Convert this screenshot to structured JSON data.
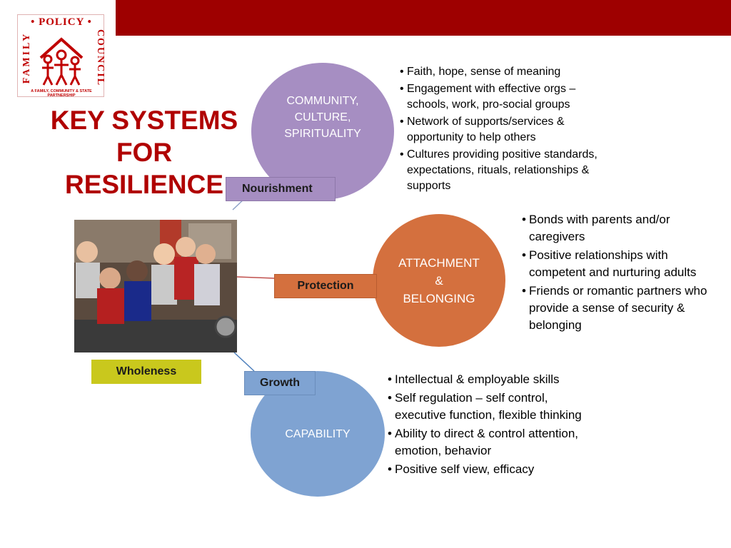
{
  "logo": {
    "top_text": "• POLICY •",
    "left_text": "FAMILY",
    "right_text": "COUNCIL",
    "tagline": "A FAMILY, COMMUNITY & STATE PARTNERSHIP"
  },
  "title": [
    "KEY SYSTEMS",
    "FOR",
    "RESILIENCE"
  ],
  "nodes": {
    "community": {
      "label_lines": [
        "COMMUNITY,",
        "CULTURE,",
        "SPIRITUALITY"
      ],
      "tag": "Nourishment",
      "bullets": [
        "Faith, hope, sense of meaning",
        "Engagement with effective  orgs – schools, work, pro-social groups",
        "Network of supports/services & opportunity to help others",
        "Cultures providing positive standards, expectations, rituals, relationships & supports"
      ]
    },
    "attachment": {
      "label_lines": [
        "ATTACHMENT",
        "&",
        "BELONGING"
      ],
      "tag": "Protection",
      "bullets": [
        "Bonds with parents and/or caregivers",
        "Positive relationships with competent and nurturing adults",
        "Friends or romantic partners who provide a sense of security & belonging"
      ]
    },
    "capability": {
      "label_lines": [
        "CAPABILITY"
      ],
      "tag": "Growth",
      "bullets": [
        "Intellectual & employable skills",
        "Self regulation – self control, executive function, flexible thinking",
        "Ability to direct & control attention, emotion, behavior",
        "Positive self view,  efficacy"
      ]
    }
  },
  "center": {
    "tag": "Wholeness"
  },
  "colors": {
    "brand_red": "#9e0000",
    "title_red": "#b00000",
    "community": "#a68ec2",
    "attachment": "#d4703e",
    "capability": "#7fa3d2",
    "wholeness": "#c9c81d"
  }
}
